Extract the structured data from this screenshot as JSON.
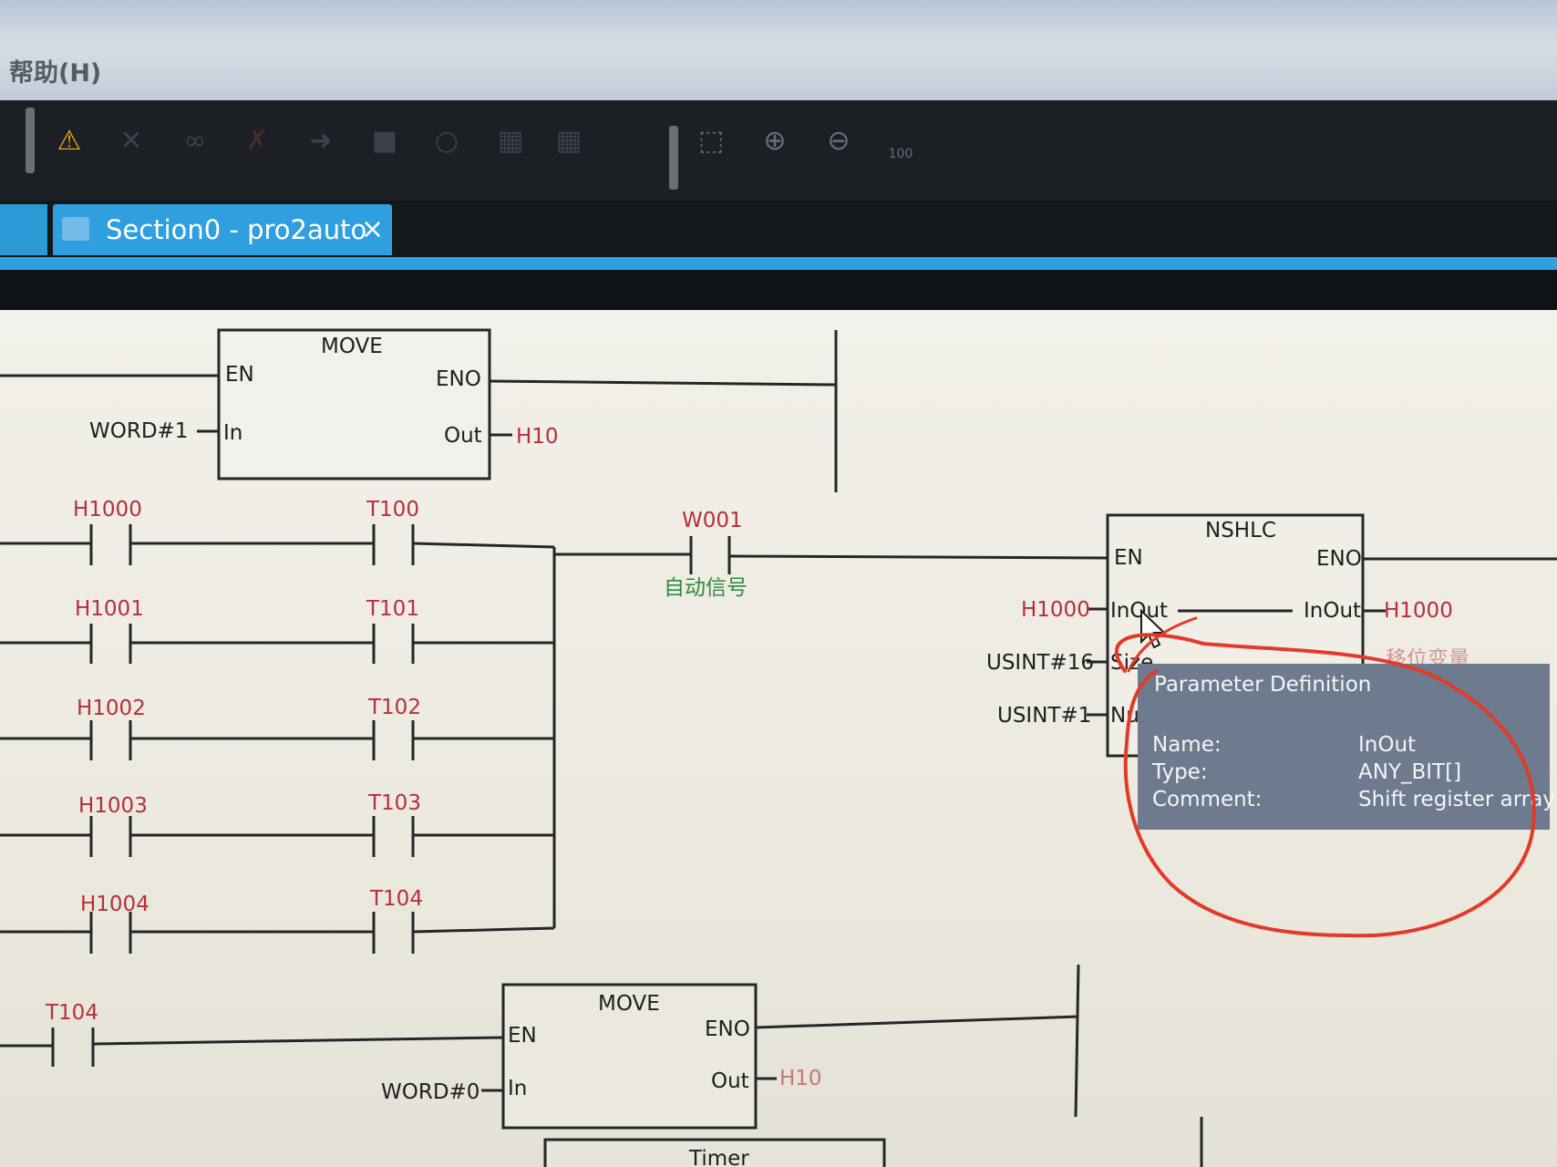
{
  "menu": {
    "help": "帮助(H)"
  },
  "toolbar": {
    "icons": [
      "warning-icon",
      "mute-icon",
      "watch-icon",
      "cross-icon",
      "step-icon",
      "stop-icon",
      "circle-icon",
      "grid-icon",
      "grid2-icon",
      "fit-icon",
      "zoom-in-icon",
      "zoom-out-icon",
      "zoom-100-icon"
    ],
    "zoom_100": "100"
  },
  "tab": {
    "label": "Section0 - pro2auto",
    "close": "×"
  },
  "ladder": {
    "move1": {
      "title": "MOVE",
      "en": "EN",
      "eno": "ENO",
      "in": "In",
      "out": "Out",
      "in_value": "WORD#1",
      "out_value": "H10"
    },
    "contacts_left": [
      "H1000",
      "H1001",
      "H1002",
      "H1003",
      "H1004"
    ],
    "contacts_right": [
      "T100",
      "T101",
      "T102",
      "T103",
      "T104"
    ],
    "w001": {
      "label": "W001",
      "comment": "自动信号"
    },
    "nshlc": {
      "title": "NSHLC",
      "en": "EN",
      "eno": "ENO",
      "inout": "InOut",
      "inout_out": "InOut",
      "size": "Size",
      "num": "Nu",
      "in_inout_value": "H1000",
      "out_inout_value": "H1000",
      "size_value": "USINT#16",
      "num_value": "USINT#1",
      "hidden_label": "移位变量"
    },
    "t104_contact": "T104",
    "move2": {
      "title": "MOVE",
      "en": "EN",
      "eno": "ENO",
      "in": "In",
      "out": "Out",
      "in_value": "WORD#0",
      "out_value": "H10"
    },
    "timer": {
      "title": "Timer"
    }
  },
  "tooltip": {
    "title": "Parameter Definition",
    "name_label": "Name:",
    "name_value": "InOut",
    "type_label": "Type:",
    "type_value": "ANY_BIT[]",
    "comment_label": "Comment:",
    "comment_value": "Shift register array"
  },
  "colors": {
    "accent": "#2f9fe0",
    "variable": "#b5303a",
    "comment": "#2e8a3c",
    "annotation": "#e23a28"
  }
}
